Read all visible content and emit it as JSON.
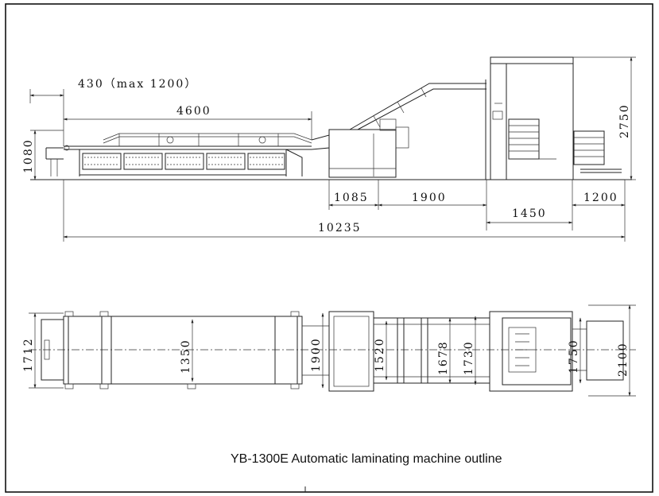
{
  "caption": "YB-1300E Automatic laminating machine outline",
  "side_view": {
    "dim_top": "430（max 1200）",
    "dim_feeder_length": "4600",
    "dim_feeder_height": "1080",
    "dim_1085": "1085",
    "dim_1900": "1900",
    "dim_1450": "1450",
    "dim_1200": "1200",
    "dim_total": "10235",
    "dim_height": "2750"
  },
  "top_view": {
    "dim_left_width": "1712",
    "dim_feeder_width": "1350",
    "dim_1900": "1900",
    "dim_1520": "1520",
    "dim_1678": "1678",
    "dim_1730": "1730",
    "dim_1750": "1750",
    "dim_2100": "2100"
  }
}
